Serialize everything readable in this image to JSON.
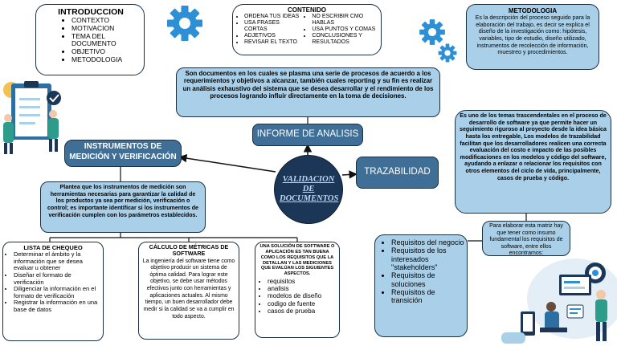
{
  "center": {
    "title": "VALIDACION DE DOCUMENTOS"
  },
  "introduccion": {
    "title": "INTRODUCCION",
    "items": [
      "CONTEXTO",
      "MOTIVACION",
      "TEMA DEL DOCUMENTO",
      "OBJETIVO",
      "METODOLOGIA"
    ]
  },
  "contenido": {
    "title": "CONTENIDO",
    "left_items": [
      "ORDENA TUS IDEAS",
      "USA FRASES CORTAS",
      "ADJETIVOS",
      "REVISAR EL TEXTO"
    ],
    "right_items": [
      "NO ESCRIBIR CMO HABLAS",
      "USA PUNTOS Y COMAS",
      "CONCLUSIONES Y RESULTADOS"
    ]
  },
  "metodologia": {
    "title": "METODOLOGIA",
    "text": "Es la descripción del proceso seguido para la elaboración del trabajo, es decir se explica el diseño de la investigación como: hipótesis, variables, tipo de estudio, diseño utilizado, instrumentos de recolección de información, muestreo y procedimientos."
  },
  "informe": {
    "title": "INFORME DE ANALISIS",
    "definition": "Son documentos en los cuales se plasma una serie de procesos de acuerdo a los requerimientos y objetivos a alcanzar, también cuales reporting y su fin es realizar un análisis exhaustivo del sistema que se desea desarrollar y el rendimiento de los procesos logrando influir directamente en la toma de decisiones."
  },
  "instrumentos": {
    "title": "INSTRUMENTOS DE MEDICIÓN Y VERIFICACIÓN",
    "definition": "Plantea que los instrumentos de medición son herramientas necesarias para garantizar la calidad de los productos ya sea por medición, verificación o control; es importante identificar si los instrumentos de verificación cumplen con los parámetros establecidos."
  },
  "lista_chequeo": {
    "title": "LISTA DE CHEQUEO",
    "items": [
      "Determinar el ámbito y la información que se desea evaluar u obtener",
      "Diseñar el formato de verificación",
      "Diligenciar la información en el formato de verificación",
      "Registrar la información en una base de datos"
    ]
  },
  "calculo": {
    "title": "CÁLCULO DE MÉTRICAS DE SOFTWARE",
    "text": "La ingeniería del software tiene como objetivo producir un sistema de óptima calidad. Para lograr este objetivo, se debe usar métodos efectivos junto con herramientas y aplicaciones actuales. Al mismo tiempo, un buen desarrollador debe medir si la calidad se va a cumplir en todo aspecto."
  },
  "solucion": {
    "title": "UNA SOLUCIÓN DE SOFTWARE O APLICACIÓN ES TAN BUENA COMO LOS REQUISITOS QUE LA DETALLAN Y LAS MEDICIONES QUE EVALÚAN LOS SIGUIENTES ASPECTOS.",
    "items": [
      "requisitos",
      "analisis",
      "modelos de diseño",
      "codigo de fuente",
      "casos de prueba"
    ]
  },
  "trazabilidad": {
    "title": "TRAZABILIDAD",
    "definition": "Es uno de los temas trascendentales en el proceso de desarrollo de software ya que permite hacer un seguimiento riguroso al proyecto desde la idea básica hasta los entregable, Los modelos de trazabilidad facilitan que los desarrolladores realicen una correcta evaluación del costo e impacto de las posibles modificaciones en los modelos y código del software, ayudando a enlazar o relacionar los requisitos con otros elementos del ciclo de vida, principalmente, casos de prueba y código.",
    "matrix_text": "Para elaborar esta matriz hay que tener como insumo fundamental los requisitos de software, entre ellos encontramos:",
    "requisitos": [
      "Requisitos del negocio",
      "Requisitos de los interesados \"stakeholders\"",
      "Requisitos de soluciones",
      "Requisitos de transición"
    ]
  },
  "colors": {
    "dark_blue": "#3f6e96",
    "light_blue": "#a9d0e8",
    "navy": "#1b3656",
    "accent_blue": "#2d8fd5"
  }
}
